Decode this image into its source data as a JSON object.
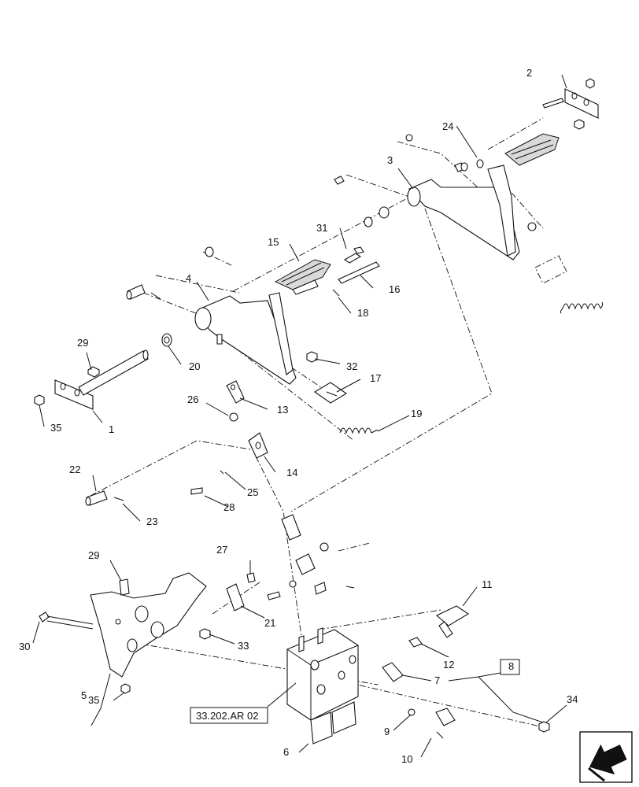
{
  "callouts": {
    "c1": "1",
    "c2": "2",
    "c3": "3",
    "c4": "4",
    "c5": "5",
    "c6": "6",
    "c7": "7",
    "c8": "8",
    "c9": "9",
    "c10": "10",
    "c11": "11",
    "c12": "12",
    "c13": "13",
    "c14": "14",
    "c15": "15",
    "c16": "16",
    "c17": "17",
    "c18": "18",
    "c19": "19",
    "c20": "20",
    "c21": "21",
    "c22": "22",
    "c23": "23",
    "c24": "24",
    "c25": "25",
    "c26": "26",
    "c27": "27",
    "c28": "28",
    "c29a": "29",
    "c29b": "29",
    "c30": "30",
    "c31": "31",
    "c32": "32",
    "c33": "33",
    "c34": "34",
    "c35a": "35",
    "c35b": "35"
  },
  "reference": {
    "label": "33.202.AR 02"
  },
  "icons": {
    "corner": "next-page-arrow-icon"
  }
}
